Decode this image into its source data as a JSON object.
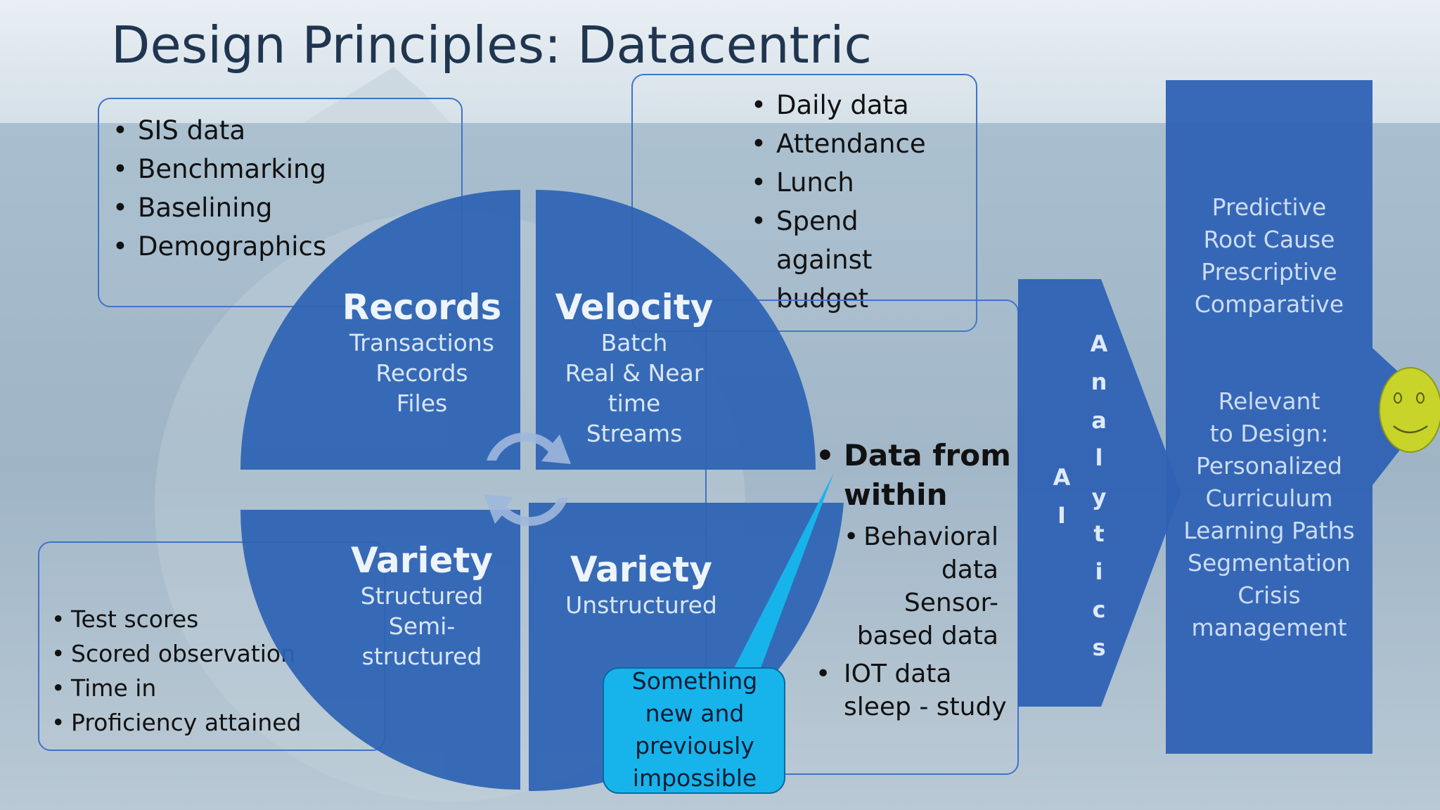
{
  "slide": {
    "title": "Design Principles: Datacentric"
  },
  "top_left_box": {
    "items": [
      "SIS data",
      "Benchmarking",
      "Baselining",
      "Demographics"
    ]
  },
  "top_middle_box": {
    "items": [
      "Daily data",
      "Attendance",
      "Lunch",
      "Spend against budget"
    ]
  },
  "bottom_left_box": {
    "items": [
      "Test scores",
      "Scored observation",
      "Time in",
      "Proficiency attained"
    ]
  },
  "quadrants": {
    "records": {
      "heading": "Records",
      "lines": [
        "Transactions",
        "Records",
        "Files"
      ]
    },
    "velocity": {
      "heading": "Velocity",
      "lines": [
        "Batch",
        "Real & Near",
        "time",
        "Streams"
      ]
    },
    "variety_structured": {
      "heading": "Variety",
      "lines": [
        "Structured",
        "Semi-",
        "structured"
      ]
    },
    "variety_unstructured": {
      "heading": "Variety",
      "lines": [
        "Unstructured"
      ]
    }
  },
  "within_box": {
    "heading_line1": "Data from",
    "heading_line2": "within",
    "sub1_lines": [
      "Behavioral",
      "data",
      "Sensor-",
      "based data"
    ],
    "sub2_lines": [
      "IOT data",
      "sleep - study"
    ]
  },
  "callout": {
    "lines": [
      "Something",
      "new and",
      "previously",
      "impossible"
    ]
  },
  "arrow_ai": {
    "label_ai": [
      "A",
      "I"
    ],
    "label_analytics": [
      "A",
      "n",
      "a",
      "l",
      "y",
      "t",
      "i",
      "c",
      "s"
    ]
  },
  "outcomes": {
    "group1": [
      "Predictive",
      "Root Cause",
      "Prescriptive",
      "Comparative"
    ],
    "group2": [
      "Relevant",
      "to Design:",
      "Personalized",
      "Curriculum",
      "Learning Paths",
      "Segmentation",
      "Crisis",
      "management"
    ]
  },
  "colors": {
    "quadrant_fill": "#2d63b4",
    "arrow_fill": "#2f62b5",
    "callout_fill": "#17b4ec",
    "smiley_fill": "#c8d42a",
    "box_border": "#3f73c7"
  },
  "icons": [
    "cycle-arrows-icon",
    "smiley-face-icon"
  ]
}
